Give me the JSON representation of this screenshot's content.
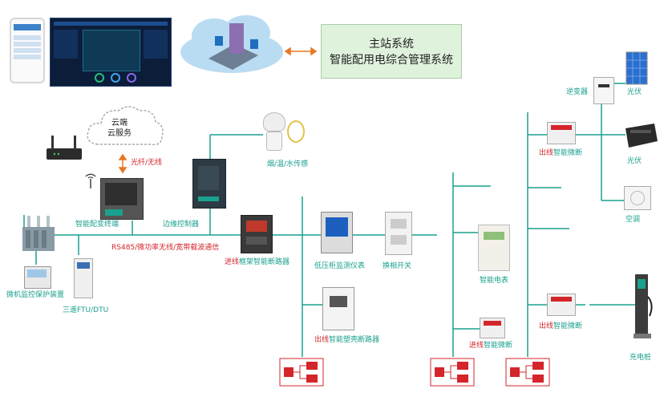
{
  "master": {
    "line1": "主站系统",
    "line2": "智能配用电综合管理系统"
  },
  "cloud": {
    "line1": "云端",
    "line2": "云服务"
  },
  "labels": {
    "fiber": "光纤/无线",
    "terminal": "智能配变终端",
    "edge": "边缘控制器",
    "sensor": "烟/温/水传感",
    "rs485": "RS485/微功率无线/宽带载波通信",
    "ftu": "三遥FTU/DTU",
    "relay": "微机监控保护装置",
    "acb_prefix": "进线",
    "acb_suffix": "框架智能断路器",
    "meter": "低压柜监测仪表",
    "ats": "换相开关",
    "mccb_prefix": "出线",
    "mccb_suffix": "智能塑壳断路器",
    "smart_meter": "智能电表",
    "in_breaker_prefix": "进线",
    "in_breaker_suffix": "智能微断",
    "out_breaker1_prefix": "出线",
    "out_breaker1_suffix": "智能微断",
    "out_breaker2_prefix": "出线",
    "out_breaker2_suffix": "智能微断",
    "inverter": "逆变器",
    "pv1": "光伏",
    "pv2": "光伏",
    "ac": "空调",
    "charger": "充电桩"
  },
  "colors": {
    "line": "#1aa08e",
    "red": "#d4252b",
    "orange": "#e87722",
    "box": "#dff2dc"
  }
}
